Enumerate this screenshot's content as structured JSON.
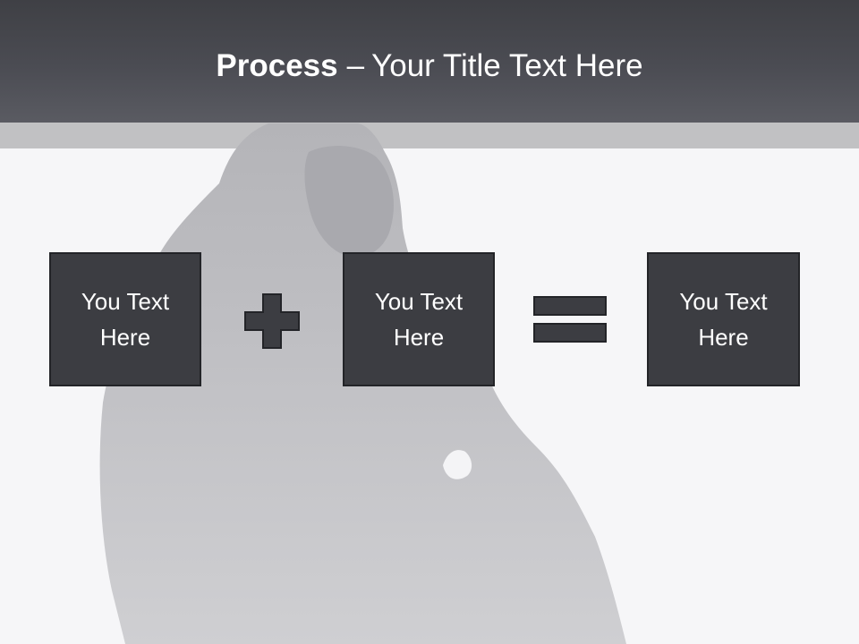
{
  "slide": {
    "title_bold": "Process",
    "title_separator": "–",
    "title_rest": "Your Title Text Here"
  },
  "process": {
    "steps": [
      {
        "text": "You Text Here"
      },
      {
        "text": "You Text Here"
      },
      {
        "text": "You Text Here"
      }
    ],
    "operators": [
      "plus-icon",
      "equals-icon"
    ]
  },
  "colors": {
    "header": "#46474d",
    "stripe": "#c1c1c3",
    "box_fill": "#3c3d42",
    "background": "#f6f6f8"
  }
}
